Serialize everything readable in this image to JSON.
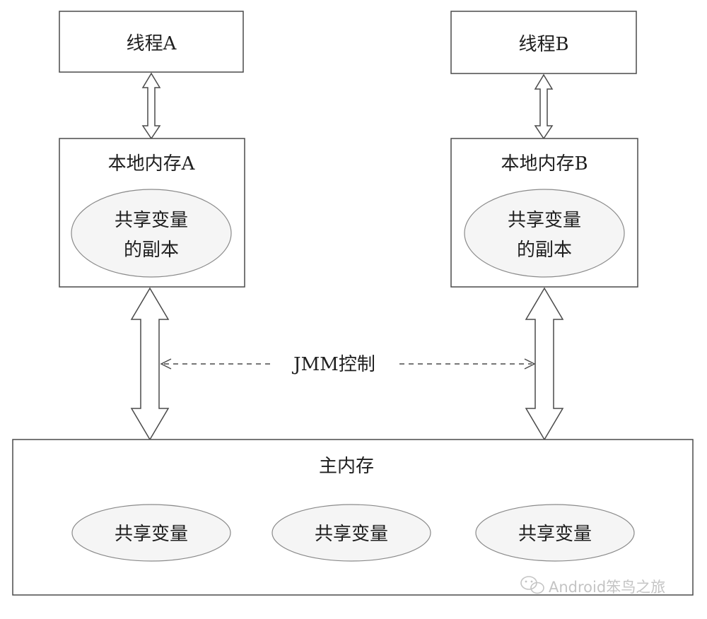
{
  "thread_a": {
    "label": "线程A"
  },
  "thread_b": {
    "label": "线程B"
  },
  "local_memory_a": {
    "label": "本地内存A",
    "copy_line1": "共享变量",
    "copy_line2": "的副本"
  },
  "local_memory_b": {
    "label": "本地内存B",
    "copy_line1": "共享变量",
    "copy_line2": "的副本"
  },
  "jmm": {
    "label": "JMM控制"
  },
  "main_memory": {
    "label": "主内存",
    "variables": [
      "共享变量",
      "共享变量",
      "共享变量"
    ]
  },
  "watermark": {
    "text": "Android笨鸟之旅"
  },
  "colors": {
    "line": "#4a4a4a",
    "ellipse_fill": "#f5f5f5",
    "text": "#1f1f1f",
    "watermark": "#c4c4c4"
  }
}
